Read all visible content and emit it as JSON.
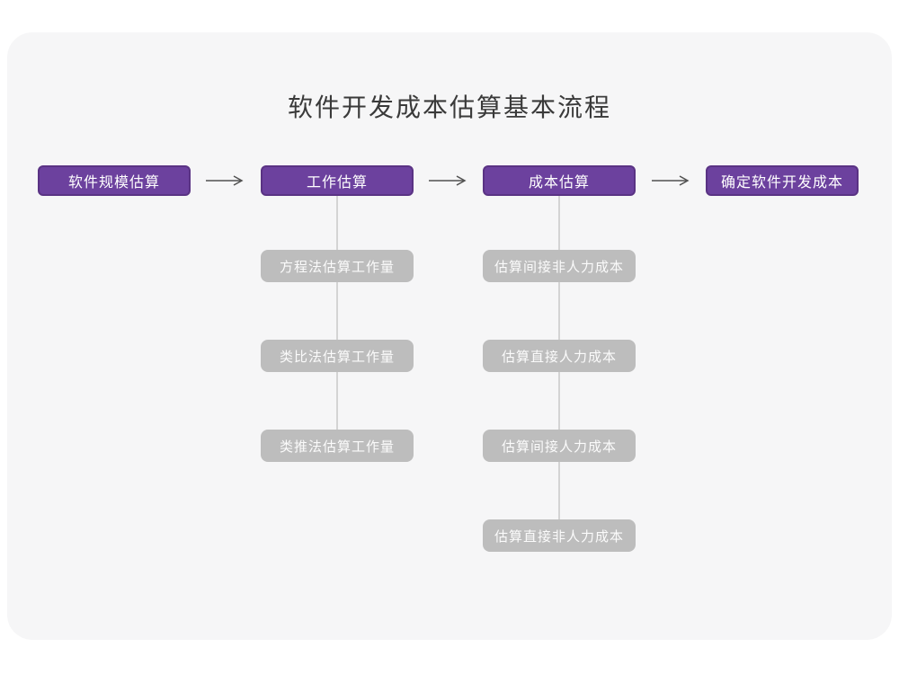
{
  "page": {
    "title": "软件开发成本估算基本流程"
  },
  "flow": {
    "stages": [
      {
        "label": "软件规模估算"
      },
      {
        "label": "工作估算"
      },
      {
        "label": "成本估算"
      },
      {
        "label": "确定软件开发成本"
      }
    ],
    "work_methods": [
      {
        "label": "方程法估算工作量"
      },
      {
        "label": "类比法估算工作量"
      },
      {
        "label": "类推法估算工作量"
      }
    ],
    "cost_steps": [
      {
        "label": "估算间接非人力成本"
      },
      {
        "label": "估算直接人力成本"
      },
      {
        "label": "估算间接人力成本"
      },
      {
        "label": "估算直接非人力成本"
      }
    ]
  },
  "colors": {
    "stage_fill": "#6c419e",
    "stage_border": "#5a3384",
    "substep_fill": "#bdbdbd",
    "substep_text": "#fbfbfb",
    "canvas_card": "#f6f6f7",
    "connector_line": "#d4d4d4",
    "arrow": "#515151",
    "title_text": "#3a3a3a"
  }
}
